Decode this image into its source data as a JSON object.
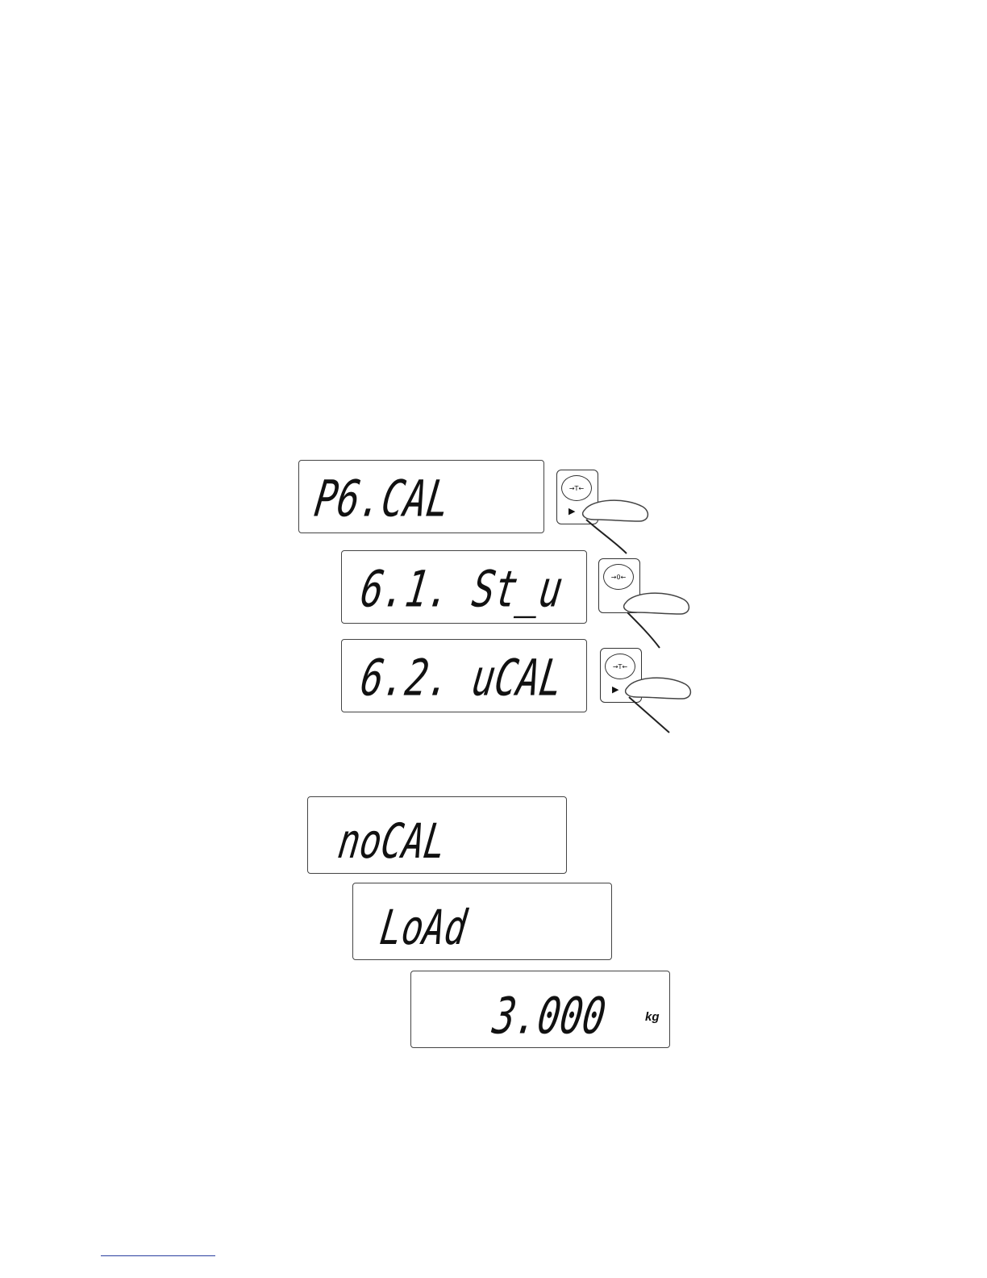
{
  "menu_sequence": {
    "displays": [
      {
        "id": "p6",
        "text": "P6.CAL"
      },
      {
        "id": "p61",
        "text": "6.1. St_u"
      },
      {
        "id": "p62",
        "text": "6.2. uCAL"
      }
    ],
    "keys": [
      {
        "id": "tare1",
        "symbol": "→T←",
        "arrow": "▶"
      },
      {
        "id": "zero",
        "symbol": "→0←",
        "arrow": ""
      },
      {
        "id": "tare2",
        "symbol": "→T←",
        "arrow": "▶"
      }
    ]
  },
  "calibration_sequence": {
    "displays": [
      {
        "id": "nocal",
        "text": "noCAL"
      },
      {
        "id": "load",
        "text": "LoAd"
      },
      {
        "id": "mass",
        "text": "3.000",
        "unit": "kg"
      }
    ]
  }
}
